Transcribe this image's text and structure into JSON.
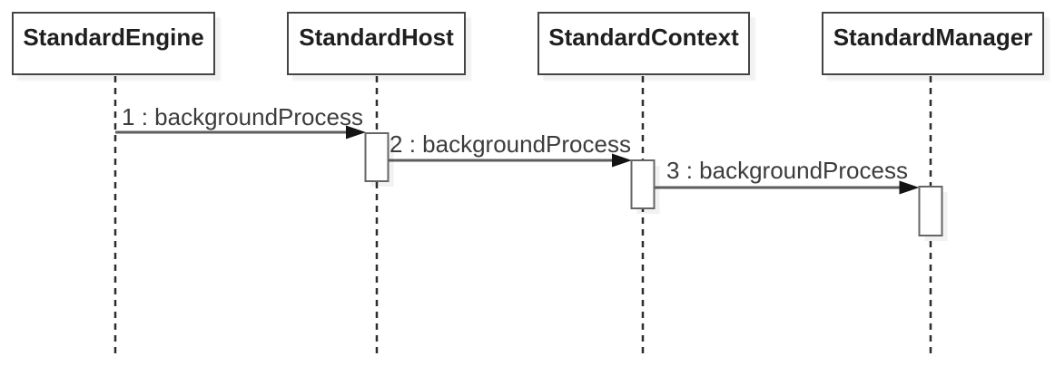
{
  "diagram": {
    "type": "uml-sequence-diagram",
    "lifelines": [
      {
        "name": "StandardEngine"
      },
      {
        "name": "StandardHost"
      },
      {
        "name": "StandardContext"
      },
      {
        "name": "StandardManager"
      }
    ],
    "messages": [
      {
        "label": "1 : backgroundProcess",
        "from": "StandardEngine",
        "to": "StandardHost"
      },
      {
        "label": "2 : backgroundProcess",
        "from": "StandardHost",
        "to": "StandardContext"
      },
      {
        "label": "3 : backgroundProcess",
        "from": "StandardContext",
        "to": "StandardManager"
      }
    ],
    "colors": {
      "background": "#ffffff",
      "shape_border": "#454545",
      "lifeline": "#2d2d2d",
      "message_line": "#5e5e5e",
      "arrowhead": "#141414",
      "title_text": "#1f1f1f",
      "label_text": "#3c3c3c"
    }
  }
}
